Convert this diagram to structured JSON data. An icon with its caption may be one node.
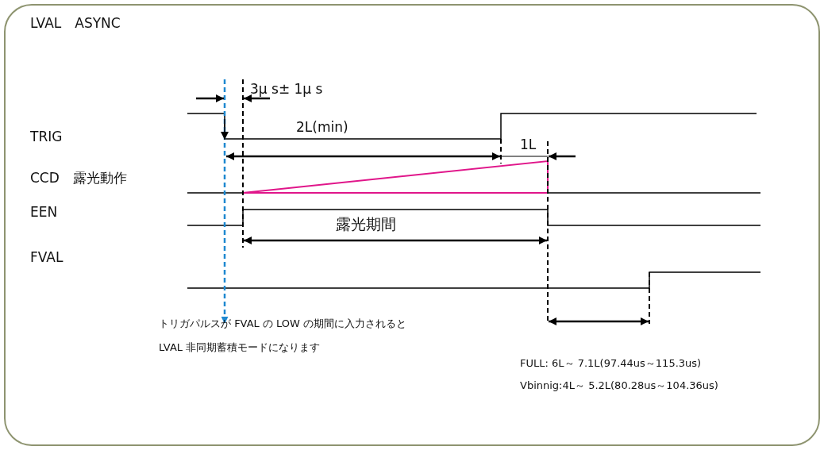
{
  "diagram": {
    "title": "LVAL　ASYNC",
    "labels": [
      "3μ s± 1μ s",
      "TRIG",
      "2L(min)",
      "1L",
      "CCD　露光動作",
      "EEN",
      "露光期間",
      "FVAL",
      "トリガパルスが FVAL の LOW の期間に入力されると",
      "LVAL 非同期蓄積モードになります",
      "FULL: 6L～ 7.1L(97.44us～115.3us)",
      "Vbinnig:4L～ 5.2L(80.28us～104.36us)"
    ]
  }
}
